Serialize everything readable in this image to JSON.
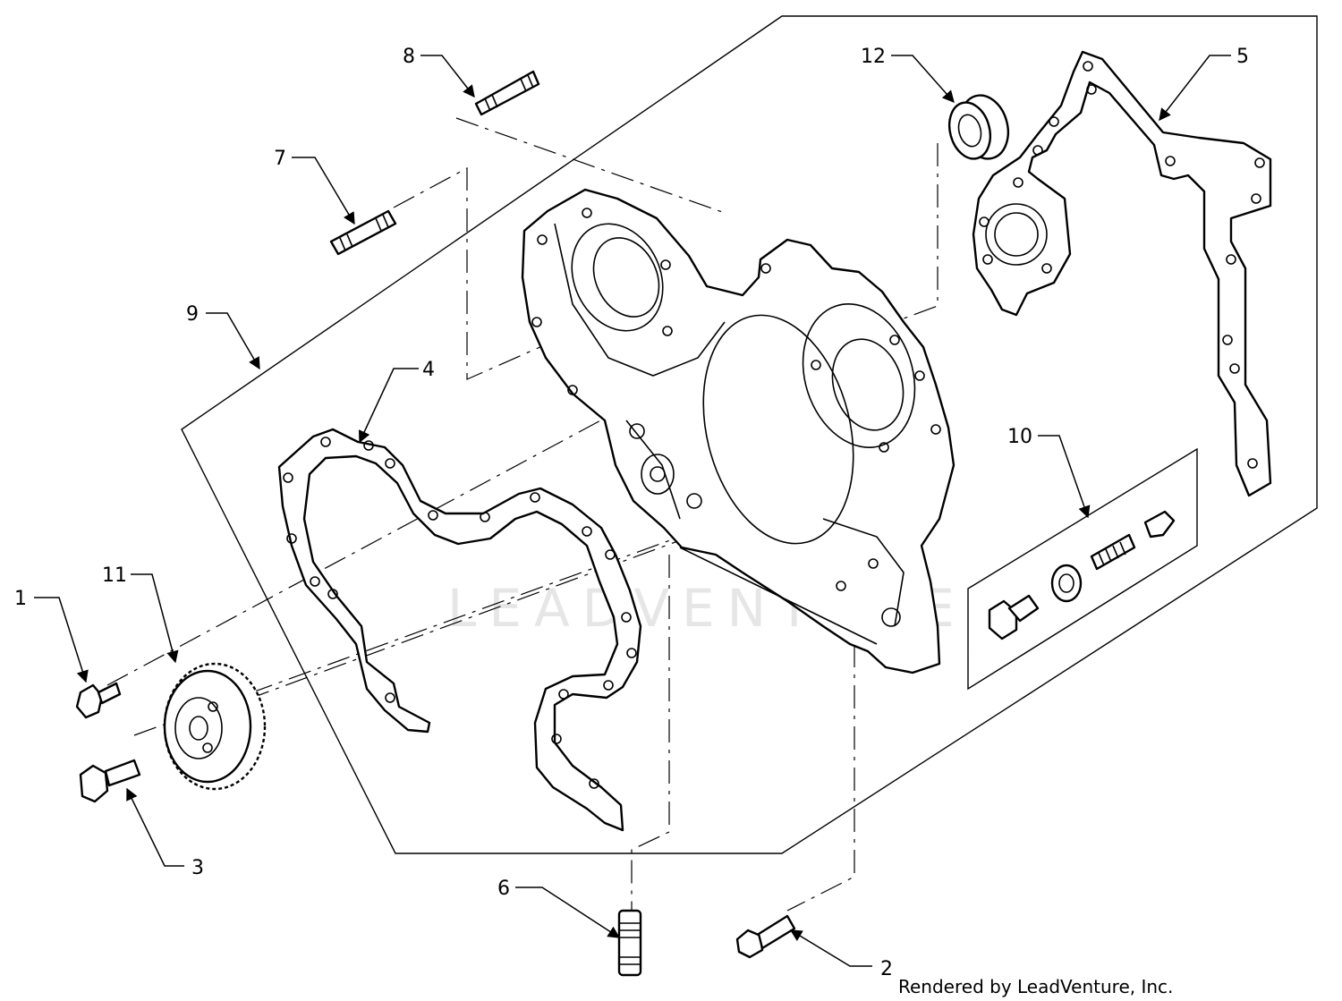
{
  "callouts": [
    {
      "id": "1",
      "text": "1"
    },
    {
      "id": "2",
      "text": "2"
    },
    {
      "id": "3",
      "text": "3"
    },
    {
      "id": "4",
      "text": "4"
    },
    {
      "id": "5",
      "text": "5"
    },
    {
      "id": "6",
      "text": "6"
    },
    {
      "id": "7",
      "text": "7"
    },
    {
      "id": "8",
      "text": "8"
    },
    {
      "id": "9",
      "text": "9"
    },
    {
      "id": "10",
      "text": "10"
    },
    {
      "id": "11",
      "text": "11"
    },
    {
      "id": "12",
      "text": "12"
    }
  ],
  "credit": "Rendered by LeadVenture, Inc.",
  "watermark": "LEADVENTURE"
}
